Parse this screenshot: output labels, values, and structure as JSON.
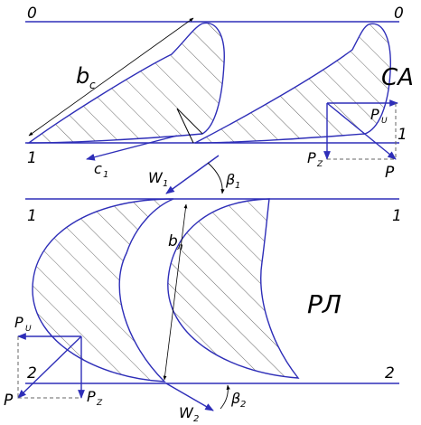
{
  "stator": {
    "section_top": "0",
    "section_top_right": "0",
    "section_bottom": "1",
    "section_bottom_right": "1",
    "name": "СА",
    "chord": {
      "main": "b",
      "sub": "с"
    },
    "velocity": {
      "main": "c",
      "sub": "1"
    },
    "force_total": "P",
    "force_u": {
      "main": "P",
      "sub": "U"
    },
    "force_z": {
      "main": "P",
      "sub": "Z"
    }
  },
  "flow": {
    "relative_velocity": {
      "main": "W",
      "sub": "1"
    },
    "angle": {
      "main": "β",
      "sub": "1"
    }
  },
  "rotor": {
    "section_top": "1",
    "section_top_right": "1",
    "section_bottom": "2",
    "section_bottom_right": "2",
    "name": "РЛ",
    "chord": {
      "main": "b",
      "sub": "л"
    },
    "force_total": "P",
    "force_u": {
      "main": "P",
      "sub": "U"
    },
    "force_z": {
      "main": "P",
      "sub": "Z"
    },
    "exit_velocity": {
      "main": "W",
      "sub": "2"
    },
    "exit_angle": {
      "main": "β",
      "sub": "2"
    }
  },
  "colors": {
    "line": "#2e2eb8",
    "ink": "#000000",
    "hatch": "#444444"
  }
}
